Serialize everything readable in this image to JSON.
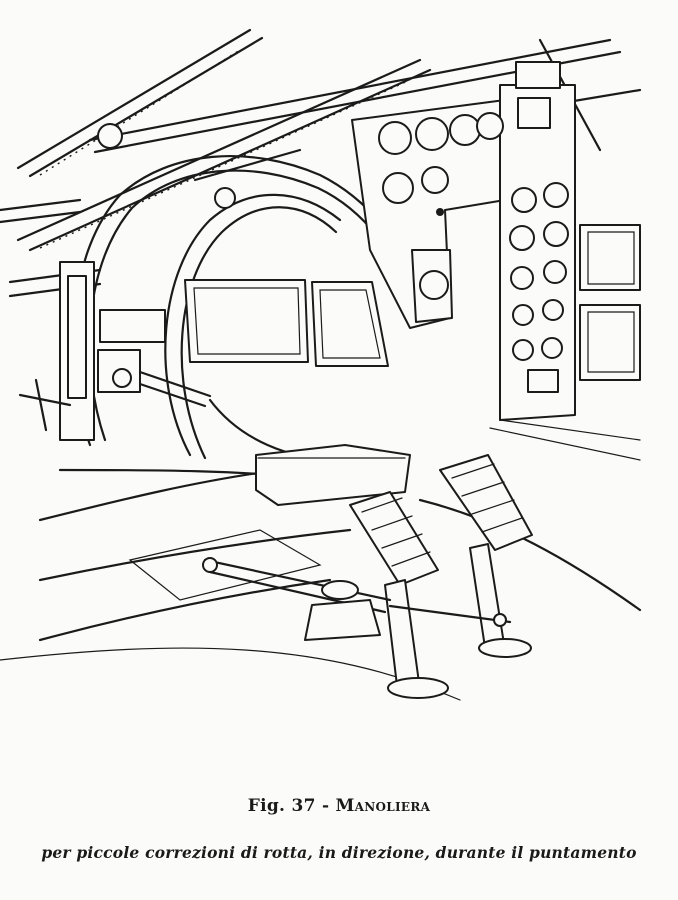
{
  "caption": {
    "fig_label": "Fig. 37",
    "separator": " - ",
    "title": "Manoliera",
    "subtitle": "per piccole correzioni di rotta, in direzione, durante il puntamento"
  },
  "illustration": {
    "subject": "cockpit-interior-line-drawing"
  }
}
